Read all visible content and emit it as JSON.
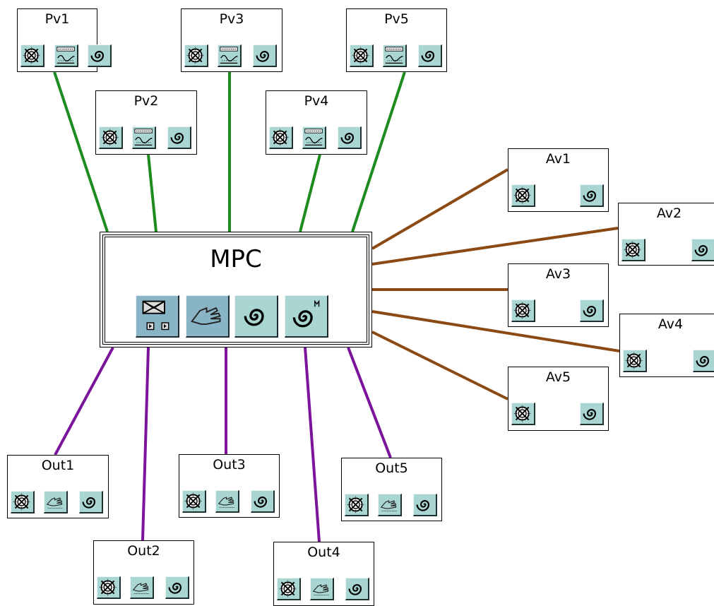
{
  "diagram": {
    "center": {
      "title": "MPC",
      "buttons": [
        "matrix-icon",
        "hand-icon",
        "spiral-icon",
        "spiral-m-icon"
      ]
    },
    "colors": {
      "pv_link": "#1e8b1e",
      "av_link": "#8b4a14",
      "out_link": "#7b139b",
      "button_fill": "#a9d6d2",
      "mpc_button_fill": "#88b4c6"
    },
    "pv_blocks": [
      {
        "id": "pv1",
        "title": "Pv1"
      },
      {
        "id": "pv2",
        "title": "Pv2"
      },
      {
        "id": "pv3",
        "title": "Pv3"
      },
      {
        "id": "pv4",
        "title": "Pv4"
      },
      {
        "id": "pv5",
        "title": "Pv5"
      }
    ],
    "av_blocks": [
      {
        "id": "av1",
        "title": "Av1"
      },
      {
        "id": "av2",
        "title": "Av2"
      },
      {
        "id": "av3",
        "title": "Av3"
      },
      {
        "id": "av4",
        "title": "Av4"
      },
      {
        "id": "av5",
        "title": "Av5"
      }
    ],
    "out_blocks": [
      {
        "id": "out1",
        "title": "Out1"
      },
      {
        "id": "out2",
        "title": "Out2"
      },
      {
        "id": "out3",
        "title": "Out3"
      },
      {
        "id": "out4",
        "title": "Out4"
      },
      {
        "id": "out5",
        "title": "Out5"
      }
    ],
    "pv_buttons": [
      "target-icon",
      "trend-icon",
      "spiral-icon"
    ],
    "av_buttons": [
      "target-icon",
      "spiral-icon"
    ],
    "out_buttons": [
      "target-icon",
      "hand-icon",
      "spiral-icon"
    ]
  }
}
